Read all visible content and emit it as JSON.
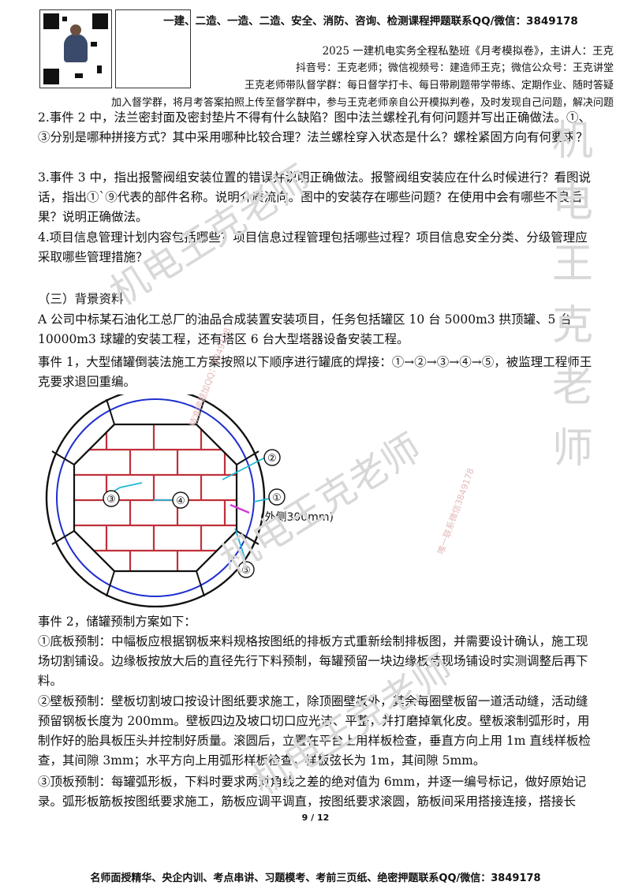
{
  "header": {
    "banner": "一建、二造、一造、二造、安全、消防、咨询、检测课程押题联系QQ/微信：3849178",
    "course_line": "2025 一建机电实务全程私塾班《月考模拟卷》，主讲人：王克",
    "social_line": "抖音号：王克老师；微信视频号：建造师王克；微信公众号：王克讲堂",
    "group_line": "王克老师带队督学群：每日督学打卡、每日带刷题带学带练、定期作业、随时答疑",
    "join_line": "加入督学群，将月考答案拍照上传至督学群中，参与王克老师亲自公开模拟判卷，及时发现自己问题，解决问题"
  },
  "questions": [
    "2.事件 2 中，法兰密封面及密封垫片不得有什么缺陷？图中法兰螺栓孔有何问题并写出正确做法。①、③分别是哪种拼接方式？其中采用哪种比较合理？法兰螺栓穿入状态是什么？螺栓紧固方向有何要求？",
    "3.事件 3 中，指出报警阀组安装位置的错误并说明正确做法。报警阀组安装应在什么时候进行？看图说话，指出①`⑨代表的部件名称。说明介质流向。图中的安装存在哪些问题？在使用中会有哪些不良后果？说明正确做法。",
    "4.项目信息管理计划内容包括哪些？项目信息过程管理包括哪些过程？项目信息安全分类、分级管理应采取哪些管理措施？"
  ],
  "section3": {
    "heading": "（三）背景资料",
    "background": "A 公司中标某石油化工总厂的油品合成装置安装项目，任务包括罐区 10 台 5000m3 拱顶罐、5 台 10000m3 球罐的安装工程，还有塔区 6 台大型塔器设备安装工程。",
    "event1": "事件 1，大型储罐倒装法施工方案按照以下顺序进行罐底的焊接：①→②→③→④→⑤，被监理工程师王克要求退回重编。",
    "event2_intro": "事件 2，储罐预制方案如下：",
    "item1": "①底板预制：中幅板应根据钢板来料规格按图纸的排板方式重新绘制排板图，并需要设计确认，施工现场切割铺设。边缘板按放大后的直径先行下料预制，每罐预留一块边缘板待现场铺设时实测调整后再下料。",
    "item2": "②壁板预制：壁板切割坡口按设计图纸要求施工，除顶圈壁板外，其余每圈壁板留一道活动缝，活动缝预留钢板长度为 200mm。壁板四边及坡口切口应光洁、平整，并打磨掉氧化皮。壁板滚制弧形时，用制作好的胎具板压头并控制好质量。滚圆后，立置在平台上用样板检查，垂直方向上用 1m 直线样板检查，其间隙 3mm；水平方向上用弧形样板检查，样板弦长为 1m，其间隙 5mm。",
    "item3": "③顶板预制：每罐弧形板，下料时要求两对角线之差的绝对值为 6mm，并逐一编号标记，做好原始记录。弧形板筋板按图纸要求施工，筋板应调平调直，按图纸要求滚圆，筋板间采用搭接连接，搭接长"
  },
  "diagram": {
    "labels": [
      "①",
      "②",
      "③",
      "④",
      "⑤"
    ],
    "note": "(外侧300mm)"
  },
  "footer": {
    "page": "9 / 12",
    "banner": "名师面授精华、央企内训、考点串讲、习题模考、考前三页纸、绝密押题联系QQ/微信：3849178"
  },
  "watermark": {
    "vertical": [
      "机",
      "电",
      "王",
      "克",
      "老",
      "师"
    ],
    "diagonal": "机电王克老师",
    "small1": "精准押题加QQ：3849178",
    "small2": "唯一联系微信3849178"
  },
  "colors": {
    "brick": "#c0303a",
    "ring": "#1f2fd0",
    "leader": "#1fb8d8",
    "seam": "#d23bd2"
  }
}
